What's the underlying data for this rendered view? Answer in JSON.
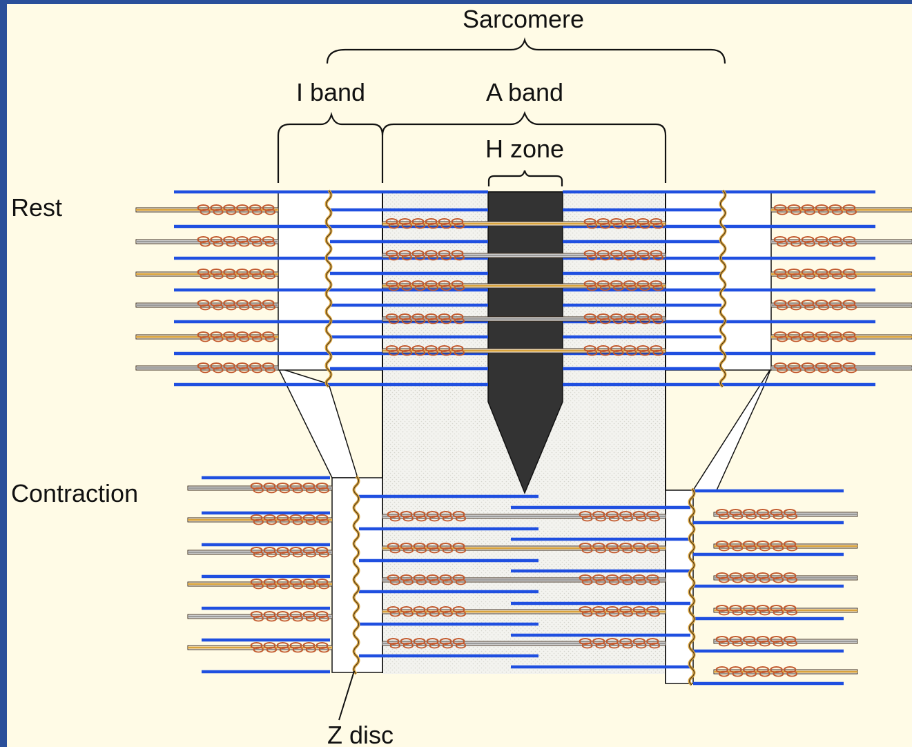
{
  "labels": {
    "sarcomere": "Sarcomere",
    "i_band": "I band",
    "a_band": "A band",
    "h_zone": "H zone",
    "rest": "Rest",
    "contraction": "Contraction",
    "z_disc": "Z disc"
  },
  "colors": {
    "frame": "#2a4f9a",
    "background": "#fffbe6",
    "actin_filament": "#1f4fe0",
    "myosin_filament_gold": "#d9a33c",
    "myosin_filament_grey": "#9a9a9a",
    "myosin_head": "#c25a2e",
    "h_zone_fill": "#333333",
    "stipple": "#ecece6",
    "bracket": "#111111"
  }
}
